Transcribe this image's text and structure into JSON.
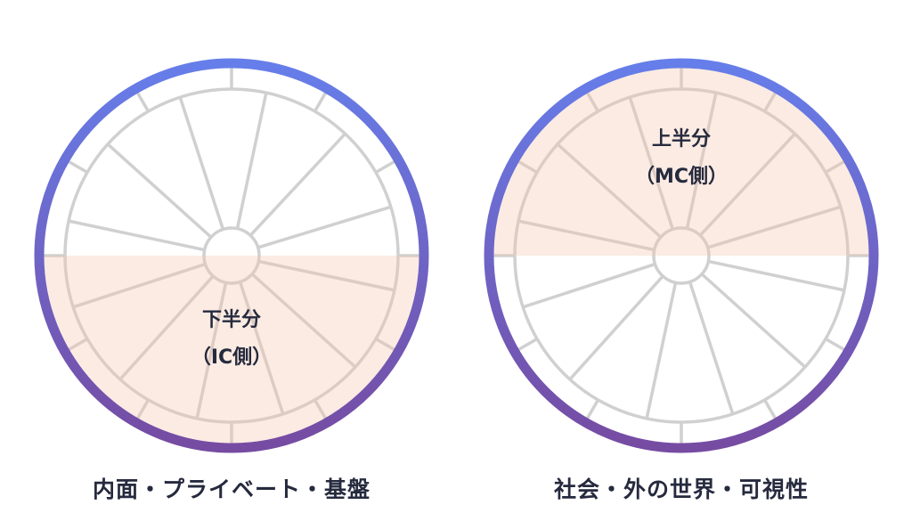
{
  "colors": {
    "ring_top": "#667eea",
    "ring_bottom": "#764ba2",
    "line": "#d0d0d0",
    "highlight": "#f4c5b0",
    "text": "#262a3e"
  },
  "wheels": [
    {
      "highlight": "lower",
      "label_line1": "下半分",
      "label_line2": "（IC側）",
      "caption": "内面・プライベート・基盤"
    },
    {
      "highlight": "upper",
      "label_line1": "上半分",
      "label_line2": "（MC側）",
      "caption": "社会・外の世界・可視性"
    }
  ]
}
